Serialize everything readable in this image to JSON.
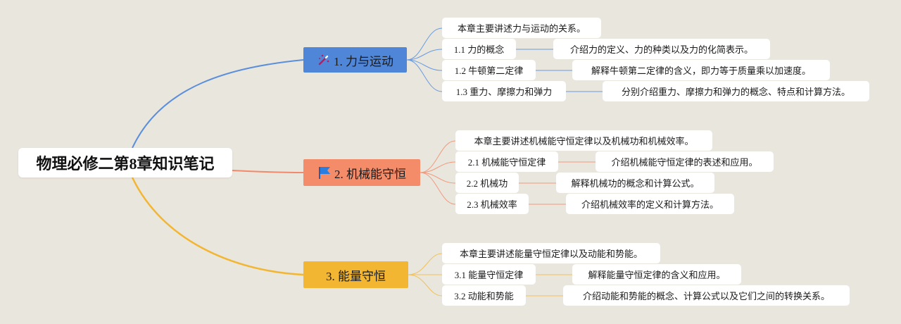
{
  "root": {
    "title": "物理必修二第8章知识笔记"
  },
  "branches": [
    {
      "label": "1. 力与运动",
      "icon": "magic-wand-icon",
      "color": "#4f86d8",
      "overview": "本章主要讲述力与运动的关系。",
      "topics": [
        {
          "label": "1.1 力的概念",
          "detail": "介绍力的定义、力的种类以及力的化简表示。"
        },
        {
          "label": "1.2 牛顿第二定律",
          "detail": "解释牛顿第二定律的含义，即力等于质量乘以加速度。"
        },
        {
          "label": "1.3 重力、摩擦力和弹力",
          "detail": "分别介绍重力、摩擦力和弹力的概念、特点和计算方法。"
        }
      ]
    },
    {
      "label": "2. 机械能守恒",
      "icon": "flag-icon",
      "color": "#f48b69",
      "overview": "本章主要讲述机械能守恒定律以及机械功和机械效率。",
      "topics": [
        {
          "label": "2.1 机械能守恒定律",
          "detail": "介绍机械能守恒定律的表述和应用。"
        },
        {
          "label": "2.2 机械功",
          "detail": "解释机械功的概念和计算公式。"
        },
        {
          "label": "2.3 机械效率",
          "detail": "介绍机械效率的定义和计算方法。"
        }
      ]
    },
    {
      "label": "3. 能量守恒",
      "icon": "",
      "color": "#f2b632",
      "overview": "本章主要讲述能量守恒定律以及动能和势能。",
      "topics": [
        {
          "label": "3.1 能量守恒定律",
          "detail": "解释能量守恒定律的含义和应用。"
        },
        {
          "label": "3.2 动能和势能",
          "detail": "介绍动能和势能的概念、计算公式以及它们之间的转换关系。"
        }
      ]
    }
  ]
}
